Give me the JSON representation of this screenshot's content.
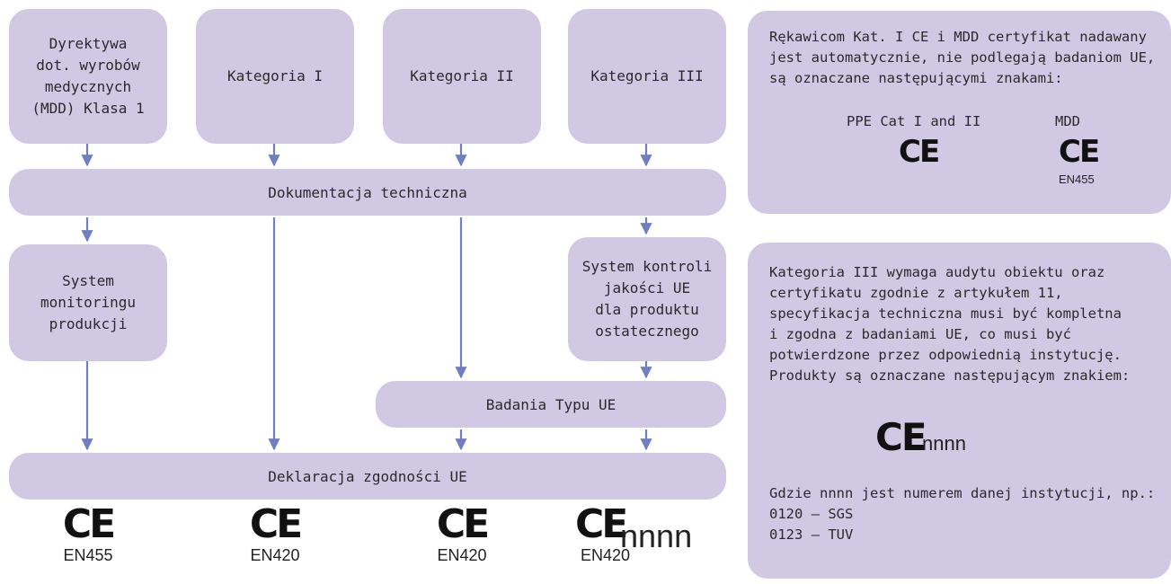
{
  "flow": {
    "top_boxes": [
      "Dyrektywa\ndot. wyrobów\nmedycznych\n(MDD) Klasa 1",
      "Kategoria I",
      "Kategoria II",
      "Kategoria III"
    ],
    "tech_doc": "Dokumentacja techniczna",
    "monitoring": "System\nmonitoringu\nprodukcji",
    "quality": "System kontroli\njakości UE\ndla produktu\nostatecznego",
    "type_exam": "Badania Typu UE",
    "declaration": "Deklaracja zgodności UE"
  },
  "marks": [
    {
      "ce": "CE",
      "standard": "EN455"
    },
    {
      "ce": "CE",
      "standard": "EN420"
    },
    {
      "ce": "CE",
      "standard": "EN420"
    },
    {
      "ce": "CE",
      "standard": "EN420",
      "number": "nnnn"
    }
  ],
  "panel1": {
    "text": "Rękawicom Kat. I CE i MDD certyfikat nadawany\njest automatycznie, nie podlegają badaniom UE,\nsą oznaczane następującymi znakami:",
    "label_ppe": "PPE Cat I and II",
    "label_mdd": "MDD",
    "ce": "CE",
    "mdd_standard": "EN455"
  },
  "panel2": {
    "text": "Kategoria III wymaga audytu obiektu oraz\ncertyfikatu zgodnie z artykułem 11,\nspecyfikacja techniczna musi być kompletna\ni zgodna z badaniami UE, co musi być\npotwierdzone przez odpowiednią instytucję.\nProdukty są oznaczane następującym znakiem:",
    "ce": "CE",
    "number": "nnnn",
    "footer": "Gdzie nnnn jest numerem danej instytucji, np.:\n0120 – SGS\n0123 – TUV"
  },
  "colors": {
    "box_fill": "#d1c9e4",
    "connector": "#6f7fbf"
  }
}
